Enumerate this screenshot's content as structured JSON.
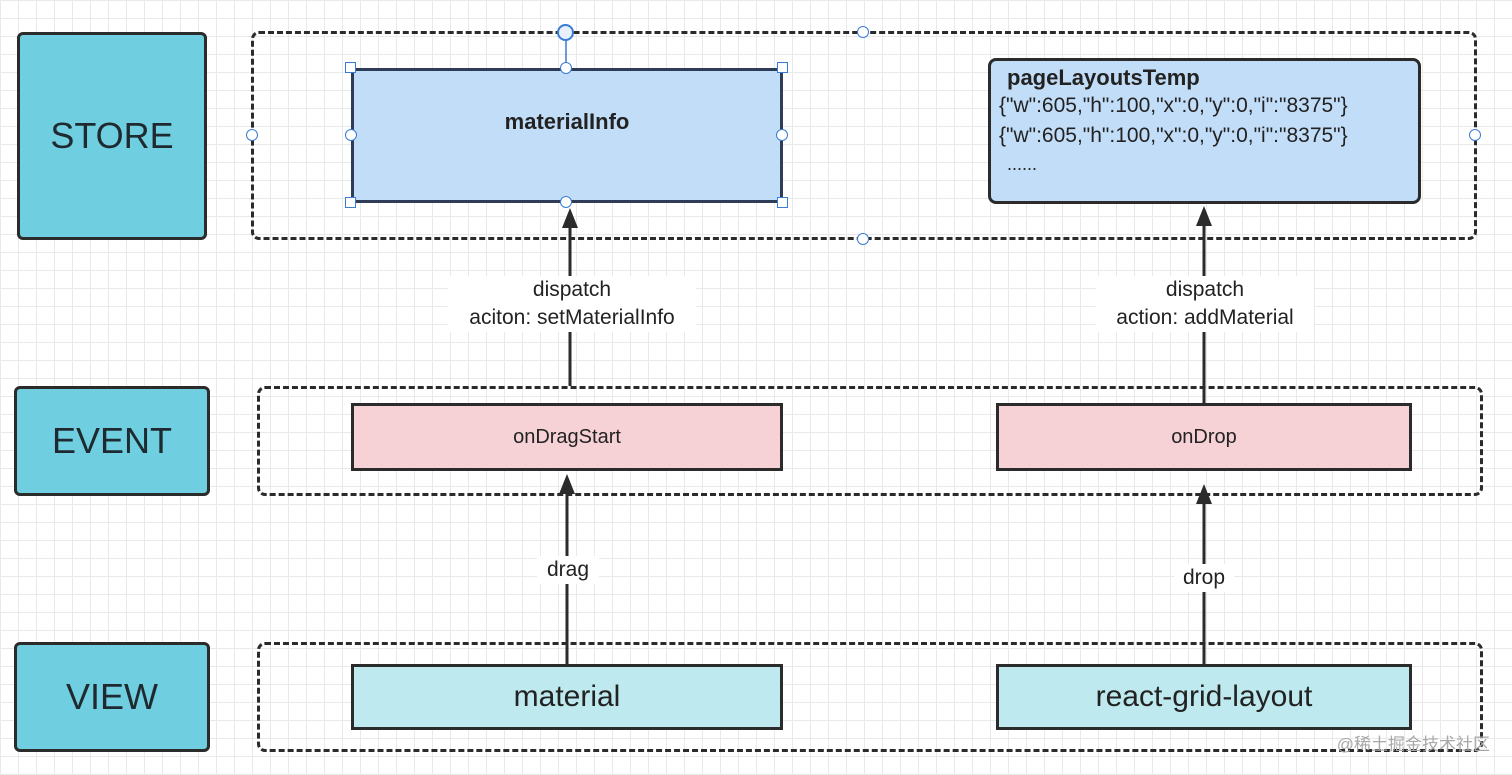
{
  "layers": {
    "store": "STORE",
    "event": "EVENT",
    "view": "VIEW"
  },
  "store": {
    "material_info": "materialInfo",
    "page_layouts_temp": {
      "title": "pageLayoutsTemp",
      "lines": [
        "{\"w\":605,\"h\":100,\"x\":0,\"y\":0,\"i\":\"8375\"}",
        "{\"w\":605,\"h\":100,\"x\":0,\"y\":0,\"i\":\"8375\"}"
      ],
      "more": "......"
    }
  },
  "event": {
    "drag_start": "onDragStart",
    "drop": "onDrop"
  },
  "view": {
    "material": "material",
    "grid_layout": "react-grid-layout"
  },
  "edges": {
    "left_dispatch": {
      "line1": "dispatch",
      "line2": "aciton: setMaterialInfo"
    },
    "right_dispatch": {
      "line1": "dispatch",
      "line2": "action: addMaterial"
    },
    "drag": "drag",
    "drop": "drop"
  },
  "watermark": "@稀土掘金技术社区",
  "colors": {
    "layer_fill": "#6fcfe0",
    "store_node_fill": "#c2ddf8",
    "event_node_fill": "#f6d1d6",
    "view_node_fill": "#bde9ef",
    "selection_handle": "#3a7bd5"
  }
}
